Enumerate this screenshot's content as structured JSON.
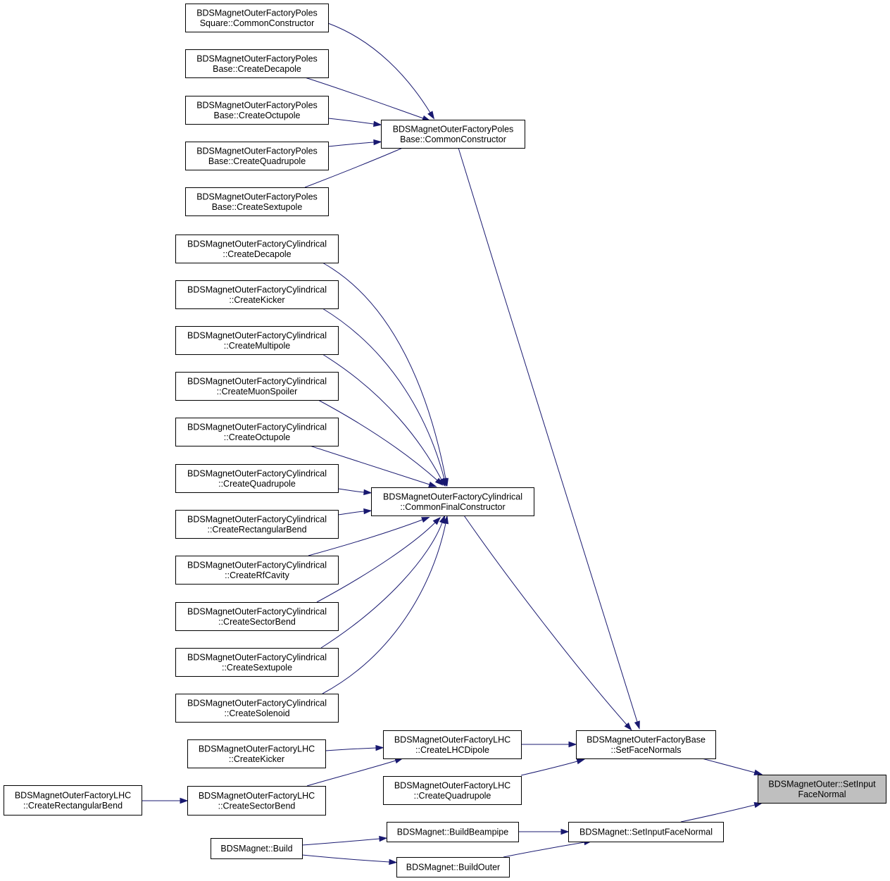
{
  "diagram": {
    "title": "",
    "nodes": {
      "poles_sq_common": [
        "BDSMagnetOuterFactoryPoles",
        "Square::CommonConstructor"
      ],
      "poles_decapole": [
        "BDSMagnetOuterFactoryPoles",
        "Base::CreateDecapole"
      ],
      "poles_octupole": [
        "BDSMagnetOuterFactoryPoles",
        "Base::CreateOctupole"
      ],
      "poles_quadrupole": [
        "BDSMagnetOuterFactoryPoles",
        "Base::CreateQuadrupole"
      ],
      "poles_sextupole": [
        "BDSMagnetOuterFactoryPoles",
        "Base::CreateSextupole"
      ],
      "poles_common": [
        "BDSMagnetOuterFactoryPoles",
        "Base::CommonConstructor"
      ],
      "cyl_decapole": [
        "BDSMagnetOuterFactoryCylindrical",
        "::CreateDecapole"
      ],
      "cyl_kicker": [
        "BDSMagnetOuterFactoryCylindrical",
        "::CreateKicker"
      ],
      "cyl_multipole": [
        "BDSMagnetOuterFactoryCylindrical",
        "::CreateMultipole"
      ],
      "cyl_muonspoiler": [
        "BDSMagnetOuterFactoryCylindrical",
        "::CreateMuonSpoiler"
      ],
      "cyl_octupole": [
        "BDSMagnetOuterFactoryCylindrical",
        "::CreateOctupole"
      ],
      "cyl_quadrupole": [
        "BDSMagnetOuterFactoryCylindrical",
        "::CreateQuadrupole"
      ],
      "cyl_rectbend": [
        "BDSMagnetOuterFactoryCylindrical",
        "::CreateRectangularBend"
      ],
      "cyl_rfcavity": [
        "BDSMagnetOuterFactoryCylindrical",
        "::CreateRfCavity"
      ],
      "cyl_sectorbend": [
        "BDSMagnetOuterFactoryCylindrical",
        "::CreateSectorBend"
      ],
      "cyl_sextupole": [
        "BDSMagnetOuterFactoryCylindrical",
        "::CreateSextupole"
      ],
      "cyl_solenoid": [
        "BDSMagnetOuterFactoryCylindrical",
        "::CreateSolenoid"
      ],
      "cyl_common_final": [
        "BDSMagnetOuterFactoryCylindrical",
        "::CommonFinalConstructor"
      ],
      "lhc_kicker": [
        "BDSMagnetOuterFactoryLHC",
        "::CreateKicker"
      ],
      "lhc_dipole": [
        "BDSMagnetOuterFactoryLHC",
        "::CreateLHCDipole"
      ],
      "lhc_quadrupole": [
        "BDSMagnetOuterFactoryLHC",
        "::CreateQuadrupole"
      ],
      "lhc_rectbend": [
        "BDSMagnetOuterFactoryLHC",
        "::CreateRectangularBend"
      ],
      "lhc_sectorbend": [
        "BDSMagnetOuterFactoryLHC",
        "::CreateSectorBend"
      ],
      "base_setfacenormals": [
        "BDSMagnetOuterFactoryBase",
        "::SetFaceNormals"
      ],
      "outer_setinput": [
        "BDSMagnetOuter::SetInput",
        "FaceNormal"
      ],
      "magnet_build": [
        "BDSMagnet::Build"
      ],
      "magnet_buildbeampipe": [
        "BDSMagnet::BuildBeampipe"
      ],
      "magnet_buildouter": [
        "BDSMagnet::BuildOuter"
      ],
      "magnet_setinput": [
        "BDSMagnet::SetInputFaceNormal"
      ]
    },
    "edges": [
      [
        "poles_sq_common",
        "poles_common"
      ],
      [
        "poles_decapole",
        "poles_common"
      ],
      [
        "poles_octupole",
        "poles_common"
      ],
      [
        "poles_quadrupole",
        "poles_common"
      ],
      [
        "poles_sextupole",
        "poles_common"
      ],
      [
        "poles_common",
        "base_setfacenormals"
      ],
      [
        "cyl_decapole",
        "cyl_common_final"
      ],
      [
        "cyl_kicker",
        "cyl_common_final"
      ],
      [
        "cyl_multipole",
        "cyl_common_final"
      ],
      [
        "cyl_muonspoiler",
        "cyl_common_final"
      ],
      [
        "cyl_octupole",
        "cyl_common_final"
      ],
      [
        "cyl_quadrupole",
        "cyl_common_final"
      ],
      [
        "cyl_rectbend",
        "cyl_common_final"
      ],
      [
        "cyl_rfcavity",
        "cyl_common_final"
      ],
      [
        "cyl_sectorbend",
        "cyl_common_final"
      ],
      [
        "cyl_sextupole",
        "cyl_common_final"
      ],
      [
        "cyl_solenoid",
        "cyl_common_final"
      ],
      [
        "cyl_common_final",
        "base_setfacenormals"
      ],
      [
        "lhc_kicker",
        "lhc_dipole"
      ],
      [
        "lhc_sectorbend",
        "lhc_dipole"
      ],
      [
        "lhc_rectbend",
        "lhc_sectorbend"
      ],
      [
        "lhc_dipole",
        "base_setfacenormals"
      ],
      [
        "lhc_quadrupole",
        "base_setfacenormals"
      ],
      [
        "base_setfacenormals",
        "outer_setinput"
      ],
      [
        "magnet_setinput",
        "outer_setinput"
      ],
      [
        "magnet_build",
        "magnet_buildbeampipe"
      ],
      [
        "magnet_build",
        "magnet_buildouter"
      ],
      [
        "magnet_buildbeampipe",
        "magnet_setinput"
      ],
      [
        "magnet_buildouter",
        "magnet_setinput"
      ]
    ],
    "colors": {
      "edge": "#191970",
      "node_border": "#000000",
      "node_fill": "#ffffff",
      "root_fill": "#bfbfbf"
    }
  }
}
